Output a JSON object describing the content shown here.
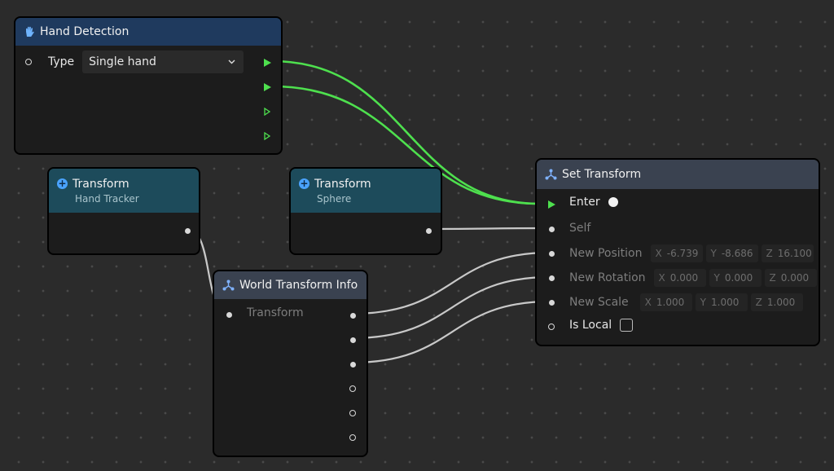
{
  "hand_detection": {
    "title": "Hand Detection",
    "type_label": "Type",
    "type_value": "Single hand"
  },
  "transform_hand": {
    "title": "Transform",
    "subtitle": "Hand Tracker"
  },
  "transform_sphere": {
    "title": "Transform",
    "subtitle": "Sphere"
  },
  "world_transform_info": {
    "title": "World Transform Info",
    "transform_label": "Transform"
  },
  "set_transform": {
    "title": "Set Transform",
    "enter_label": "Enter",
    "self_label": "Self",
    "position_label": "New Position",
    "position": {
      "x_label": "X",
      "x": "-6.739",
      "y_label": "Y",
      "y": "-8.686",
      "z_label": "Z",
      "z": "16.100"
    },
    "rotation_label": "New Rotation",
    "rotation": {
      "x_label": "X",
      "x": "0.000",
      "y_label": "Y",
      "y": "0.000",
      "z_label": "Z",
      "z": "0.000"
    },
    "scale_label": "New Scale",
    "scale": {
      "x_label": "X",
      "x": "1.000",
      "y_label": "Y",
      "y": "1.000",
      "z_label": "Z",
      "z": "1.000"
    },
    "local_label": "Is Local"
  },
  "colors": {
    "exec_wire": "#4ee04e",
    "data_wire": "#c8c8c8"
  },
  "icons": {
    "hand": "hand-icon",
    "plus": "plus-circle-icon",
    "graph": "node-graph-icon",
    "chevron": "chevron-down-icon"
  }
}
